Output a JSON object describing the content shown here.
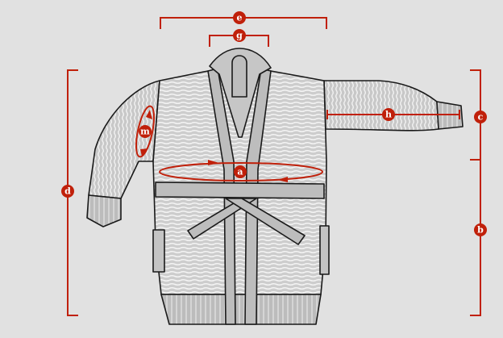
{
  "colors": {
    "background": "#e1e1e1",
    "measure_red": "#c0200a",
    "knit_fill": "#cfcfcf",
    "band_fill": "#bdbdbd",
    "outline": "#1a1a1a"
  },
  "measurements": {
    "a": "a",
    "b": "b",
    "c": "c",
    "d": "d",
    "e": "e",
    "g": "g",
    "h": "h",
    "m": "m"
  }
}
